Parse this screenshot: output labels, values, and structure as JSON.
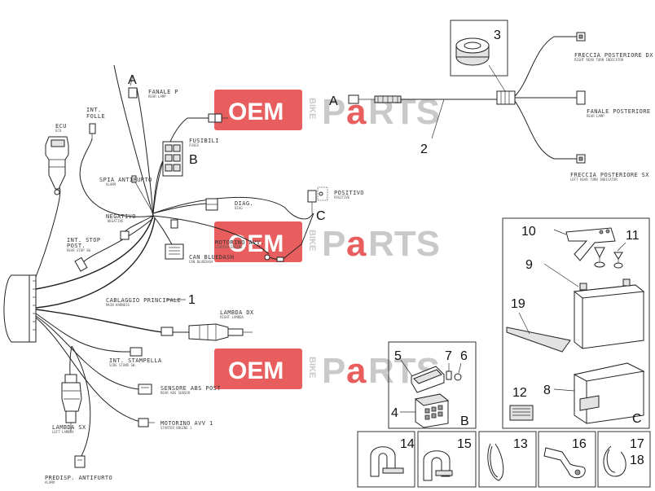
{
  "watermark": {
    "part1": "OEM",
    "part2": "BIKE",
    "part3a": "P",
    "part3b": "a",
    "part3c": "RTS"
  },
  "labels": {
    "ecu": {
      "main": "ECU",
      "sub": "ECU"
    },
    "int_folle": {
      "main": "INT.",
      "main2": "FOLLE"
    },
    "fanale_p": {
      "main": "FANALE P",
      "sub": "REAR LAMP"
    },
    "fusibili": {
      "main": "FUSIBILI",
      "sub": "FUSES"
    },
    "spia_antifurto": {
      "main": "SPIA ANTIFURTO",
      "sub": "ALARM"
    },
    "negativo": {
      "main": "NEGATIVO",
      "sub": "NEGATIVE"
    },
    "int_stop_post": {
      "main": "INT. STOP",
      "main2": "POST.",
      "sub": "REAR STOP SW"
    },
    "diag": {
      "main": "DIAG.",
      "sub": "DIAG"
    },
    "positivo": {
      "main": "POSITIVO",
      "sub": "POSITIVE"
    },
    "motorino_avv": {
      "main": "MOTORINO AVV.",
      "sub": "STARTER ENGINE"
    },
    "can_bluedash": {
      "main": "CAN BLUEDASH",
      "sub": "CAN BLUEDASH"
    },
    "cablaggio": {
      "main": "CABLAGGIO PRINCIPALE",
      "sub": "MAIN HARNESS"
    },
    "lambda_dx": {
      "main": "LAMBDA DX",
      "sub": "RIGHT LAMBDA"
    },
    "int_stampella": {
      "main": "INT. STAMPELLA",
      "sub": "SIDE STAND SW."
    },
    "sensore_abs": {
      "main": "SENSORE ABS POST",
      "sub": "REAR ABS SENSOR"
    },
    "motorino_avv1": {
      "main": "MOTORINO AVV 1",
      "sub": "STARTER ENGINE 1"
    },
    "lambda_sx": {
      "main": "LAMBDA SX",
      "sub": "LEFT LAMBDA"
    },
    "predisp": {
      "main": "PREDISP. ANTIFURTO",
      "sub": "ALARM"
    },
    "freccia_dx": {
      "main": "FRECCIA POSTERIORE DX",
      "sub": "RIGHT REAR TURN INDICATOR"
    },
    "fanale_post": {
      "main": "FANALE POSTERIORE",
      "sub": "REAR LAMP"
    },
    "freccia_sx": {
      "main": "FRECCIA POSTERIORE SX",
      "sub": "LEFT REAR TURN INDICATOR"
    }
  },
  "callouts": {
    "a1": "A",
    "a2": "A",
    "b1": "B",
    "b2": "B",
    "c1": "C",
    "c2": "C",
    "n1": "1",
    "n2": "2",
    "n3": "3",
    "n4": "4",
    "n5": "5",
    "n6": "6",
    "n7": "7",
    "n8": "8",
    "n9": "9",
    "n10": "10",
    "n11": "11",
    "n12": "12",
    "n13": "13",
    "n14": "14",
    "n15": "15",
    "n16": "16",
    "n17": "17",
    "n18": "18",
    "n19": "19"
  }
}
